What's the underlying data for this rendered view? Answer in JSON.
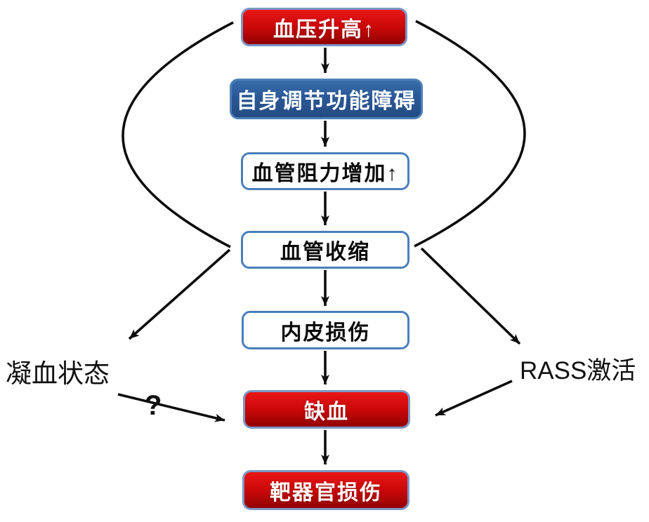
{
  "diagram": {
    "nodes": [
      {
        "label": "血压升高↑",
        "style": "red"
      },
      {
        "label": "自身调节功能障碍",
        "style": "blue"
      },
      {
        "label": "血管阻力增加↑",
        "style": "white"
      },
      {
        "label": "血管收缩",
        "style": "white"
      },
      {
        "label": "内皮损伤",
        "style": "white"
      },
      {
        "label": "缺血",
        "style": "red"
      },
      {
        "label": "靶器官损伤",
        "style": "red"
      }
    ],
    "side_labels": {
      "left": "凝血状态",
      "right": "RASS激活",
      "question_mark": "?"
    },
    "colors": {
      "red_gradient_top": "#e81717",
      "red_gradient_bottom": "#920202",
      "blue_fill": "#2a5896",
      "box_border_blue": "#4a7ebb",
      "red_box_border": "#7b97c6",
      "arrow_stroke": "#0d0d0d",
      "background": "#ffffff"
    }
  }
}
